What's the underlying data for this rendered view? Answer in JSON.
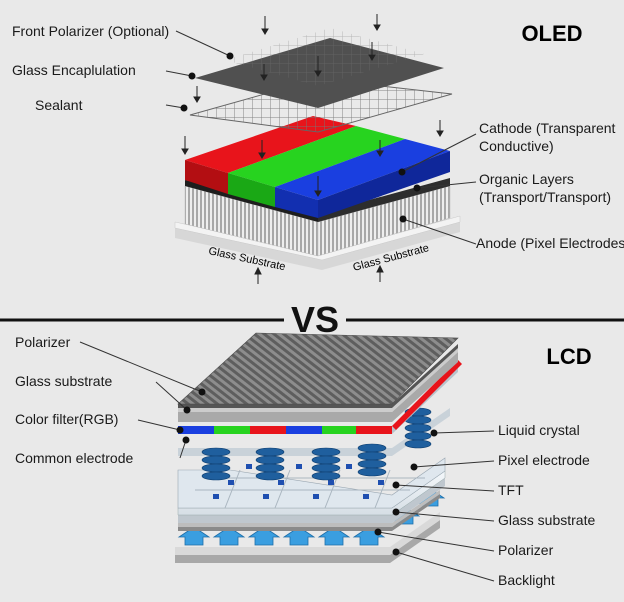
{
  "oled": {
    "title": "OLED",
    "labels": {
      "front_polarizer": "Front Polarizer (Optional)",
      "glass_encapsulation": "Glass Encaplulation",
      "sealant": "Sealant",
      "cathode_line1": "Cathode (Transparent",
      "cathode_line2": "Conductive)",
      "organic_line1": "Organic Layers",
      "organic_line2": "(Transport/Transport)",
      "anode": "Anode (Pixel Electrodes)",
      "glass_substrate_left": "Glass Substrate",
      "glass_substrate_right": "Glass Substrate"
    }
  },
  "divider": {
    "label": "VS"
  },
  "lcd": {
    "title": "LCD",
    "labels": {
      "polarizer_top": "Polarizer",
      "glass_substrate_top": "Glass substrate",
      "color_filter": "Color filter(RGB)",
      "common_electrode": "Common electrode",
      "liquid_crystal": "Liquid crystal",
      "pixel_electrode": "Pixel electrode",
      "tft": "TFT",
      "glass_substrate_bottom": "Glass substrate",
      "polarizer_bottom": "Polarizer",
      "backlight": "Backlight"
    }
  },
  "colors": {
    "red": "#e8141b",
    "green": "#27d31f",
    "blue": "#1a3fe0",
    "arrow_blue": "#3a9ee0",
    "coil_blue": "#1f5f9e",
    "background": "#e9e9e9",
    "polarizer_gray": "#6f6f6f"
  }
}
